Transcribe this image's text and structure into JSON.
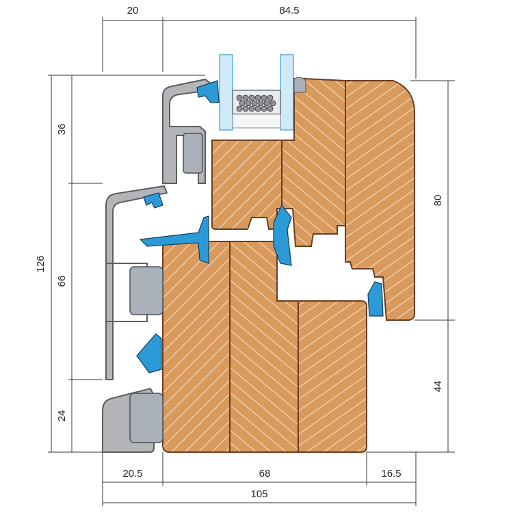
{
  "dimensions": {
    "top_left": "20",
    "top_right": "84.5",
    "left_total": "126",
    "left_upper": "36",
    "left_middle": "66",
    "left_lower": "24",
    "right_upper": "80",
    "right_lower": "44",
    "bottom_left": "20.5",
    "bottom_middle": "68",
    "bottom_right": "16.5",
    "bottom_total": "105"
  },
  "colors": {
    "wood": "#d99a5e",
    "wood_dark": "#6b3d22",
    "wood_grain": "#f7ddc0",
    "aluminium": "#b3b5b8",
    "aluminium_edge": "#5b5d60",
    "seal_blue": "#2b9ad6",
    "glass": "#cfe9f7",
    "grey_insert": "#a9b0b8",
    "dimension": "#333333"
  }
}
